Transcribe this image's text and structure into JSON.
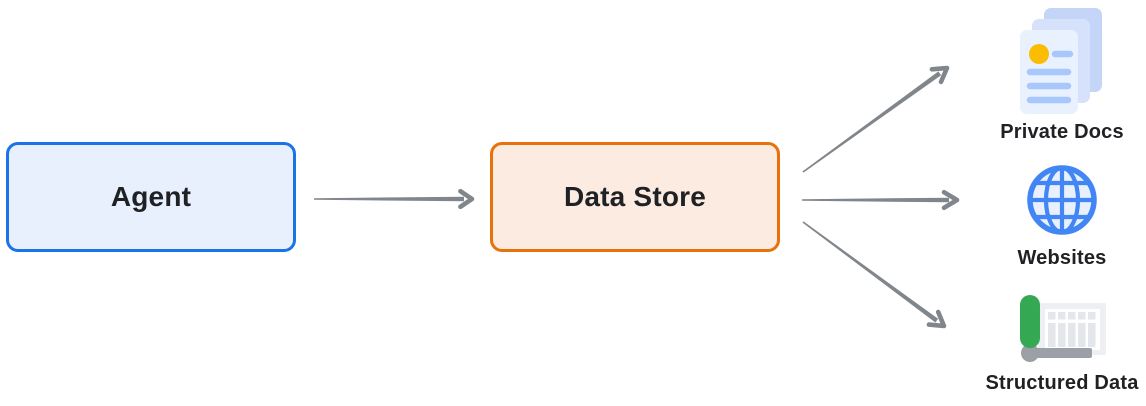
{
  "nodes": {
    "agent": {
      "label": "Agent"
    },
    "data_store": {
      "label": "Data Store"
    }
  },
  "targets": [
    {
      "label": "Private Docs",
      "icon": "document-stack-icon"
    },
    {
      "label": "Websites",
      "icon": "globe-icon"
    },
    {
      "label": "Structured Data",
      "icon": "spreadsheet-scroll-icon"
    }
  ],
  "connections": [
    {
      "from": "Agent",
      "to": "Data Store"
    },
    {
      "from": "Data Store",
      "to": "Private Docs"
    },
    {
      "from": "Data Store",
      "to": "Websites"
    },
    {
      "from": "Data Store",
      "to": "Structured Data"
    }
  ],
  "colors": {
    "background": "#FFFFFF",
    "text": "#202124",
    "arrow_gray": "#80868B",
    "agent_fill": "#E8F0FE",
    "agent_border": "#1A73E8",
    "datastore_fill": "#FCEBE0",
    "datastore_border": "#E8710A",
    "doc_page_back": "#C5D5F8",
    "doc_page_mid": "#D6E1FB",
    "doc_page_front": "#EAF1FE",
    "doc_line_blue": "#A8C7FA",
    "doc_accent_yellow": "#FBBC04",
    "globe_blue": "#4285F4",
    "globe_fill": "#E8F0FE",
    "sheet_green": "#34A853",
    "roll_gray": "#9AA0A6",
    "sheet_bg": "#EDEFF2",
    "sheet_cell": "#E3E6EA",
    "sheet_grid_white": "#FFFFFF"
  }
}
